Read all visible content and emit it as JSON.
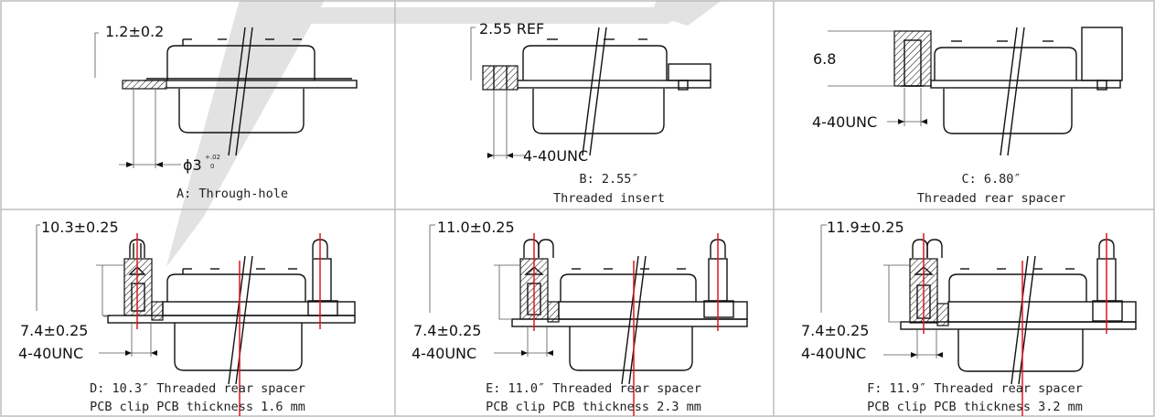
{
  "panels": [
    {
      "id": "A",
      "caption": [
        "A: Through-hole"
      ],
      "dims": [
        "1.2±0.2",
        "ϕ3"
      ],
      "tolerance": [
        "+.02",
        "0"
      ]
    },
    {
      "id": "B",
      "caption": [
        "B: 2.55″",
        "Threaded insert"
      ],
      "dims": [
        "2.55 REF",
        "4-40UNC"
      ]
    },
    {
      "id": "C",
      "caption": [
        "C: 6.80″",
        "Threaded rear spacer"
      ],
      "dims": [
        "6.8",
        "4-40UNC"
      ]
    },
    {
      "id": "D",
      "caption": [
        "D: 10.3″ Threaded rear spacer",
        "PCB clip PCB thickness 1.6 mm"
      ],
      "dims": [
        "10.3±0.25",
        "7.4±0.25",
        "4-40UNC"
      ]
    },
    {
      "id": "E",
      "caption": [
        "E: 11.0″ Threaded rear spacer",
        "PCB clip PCB thickness 2.3 mm"
      ],
      "dims": [
        "11.0±0.25",
        "7.4±0.25",
        "4-40UNC"
      ]
    },
    {
      "id": "F",
      "caption": [
        "F: 11.9″ Threaded rear spacer",
        "PCB clip PCB thickness 3.2 mm"
      ],
      "dims": [
        "11.9±0.25",
        "7.4±0.25",
        "4-40UNC"
      ]
    }
  ],
  "colors": {
    "line": "#111111",
    "center_line": "#e0141e",
    "frame": "#bdbdbd",
    "watermark": "#e2e2e2"
  }
}
